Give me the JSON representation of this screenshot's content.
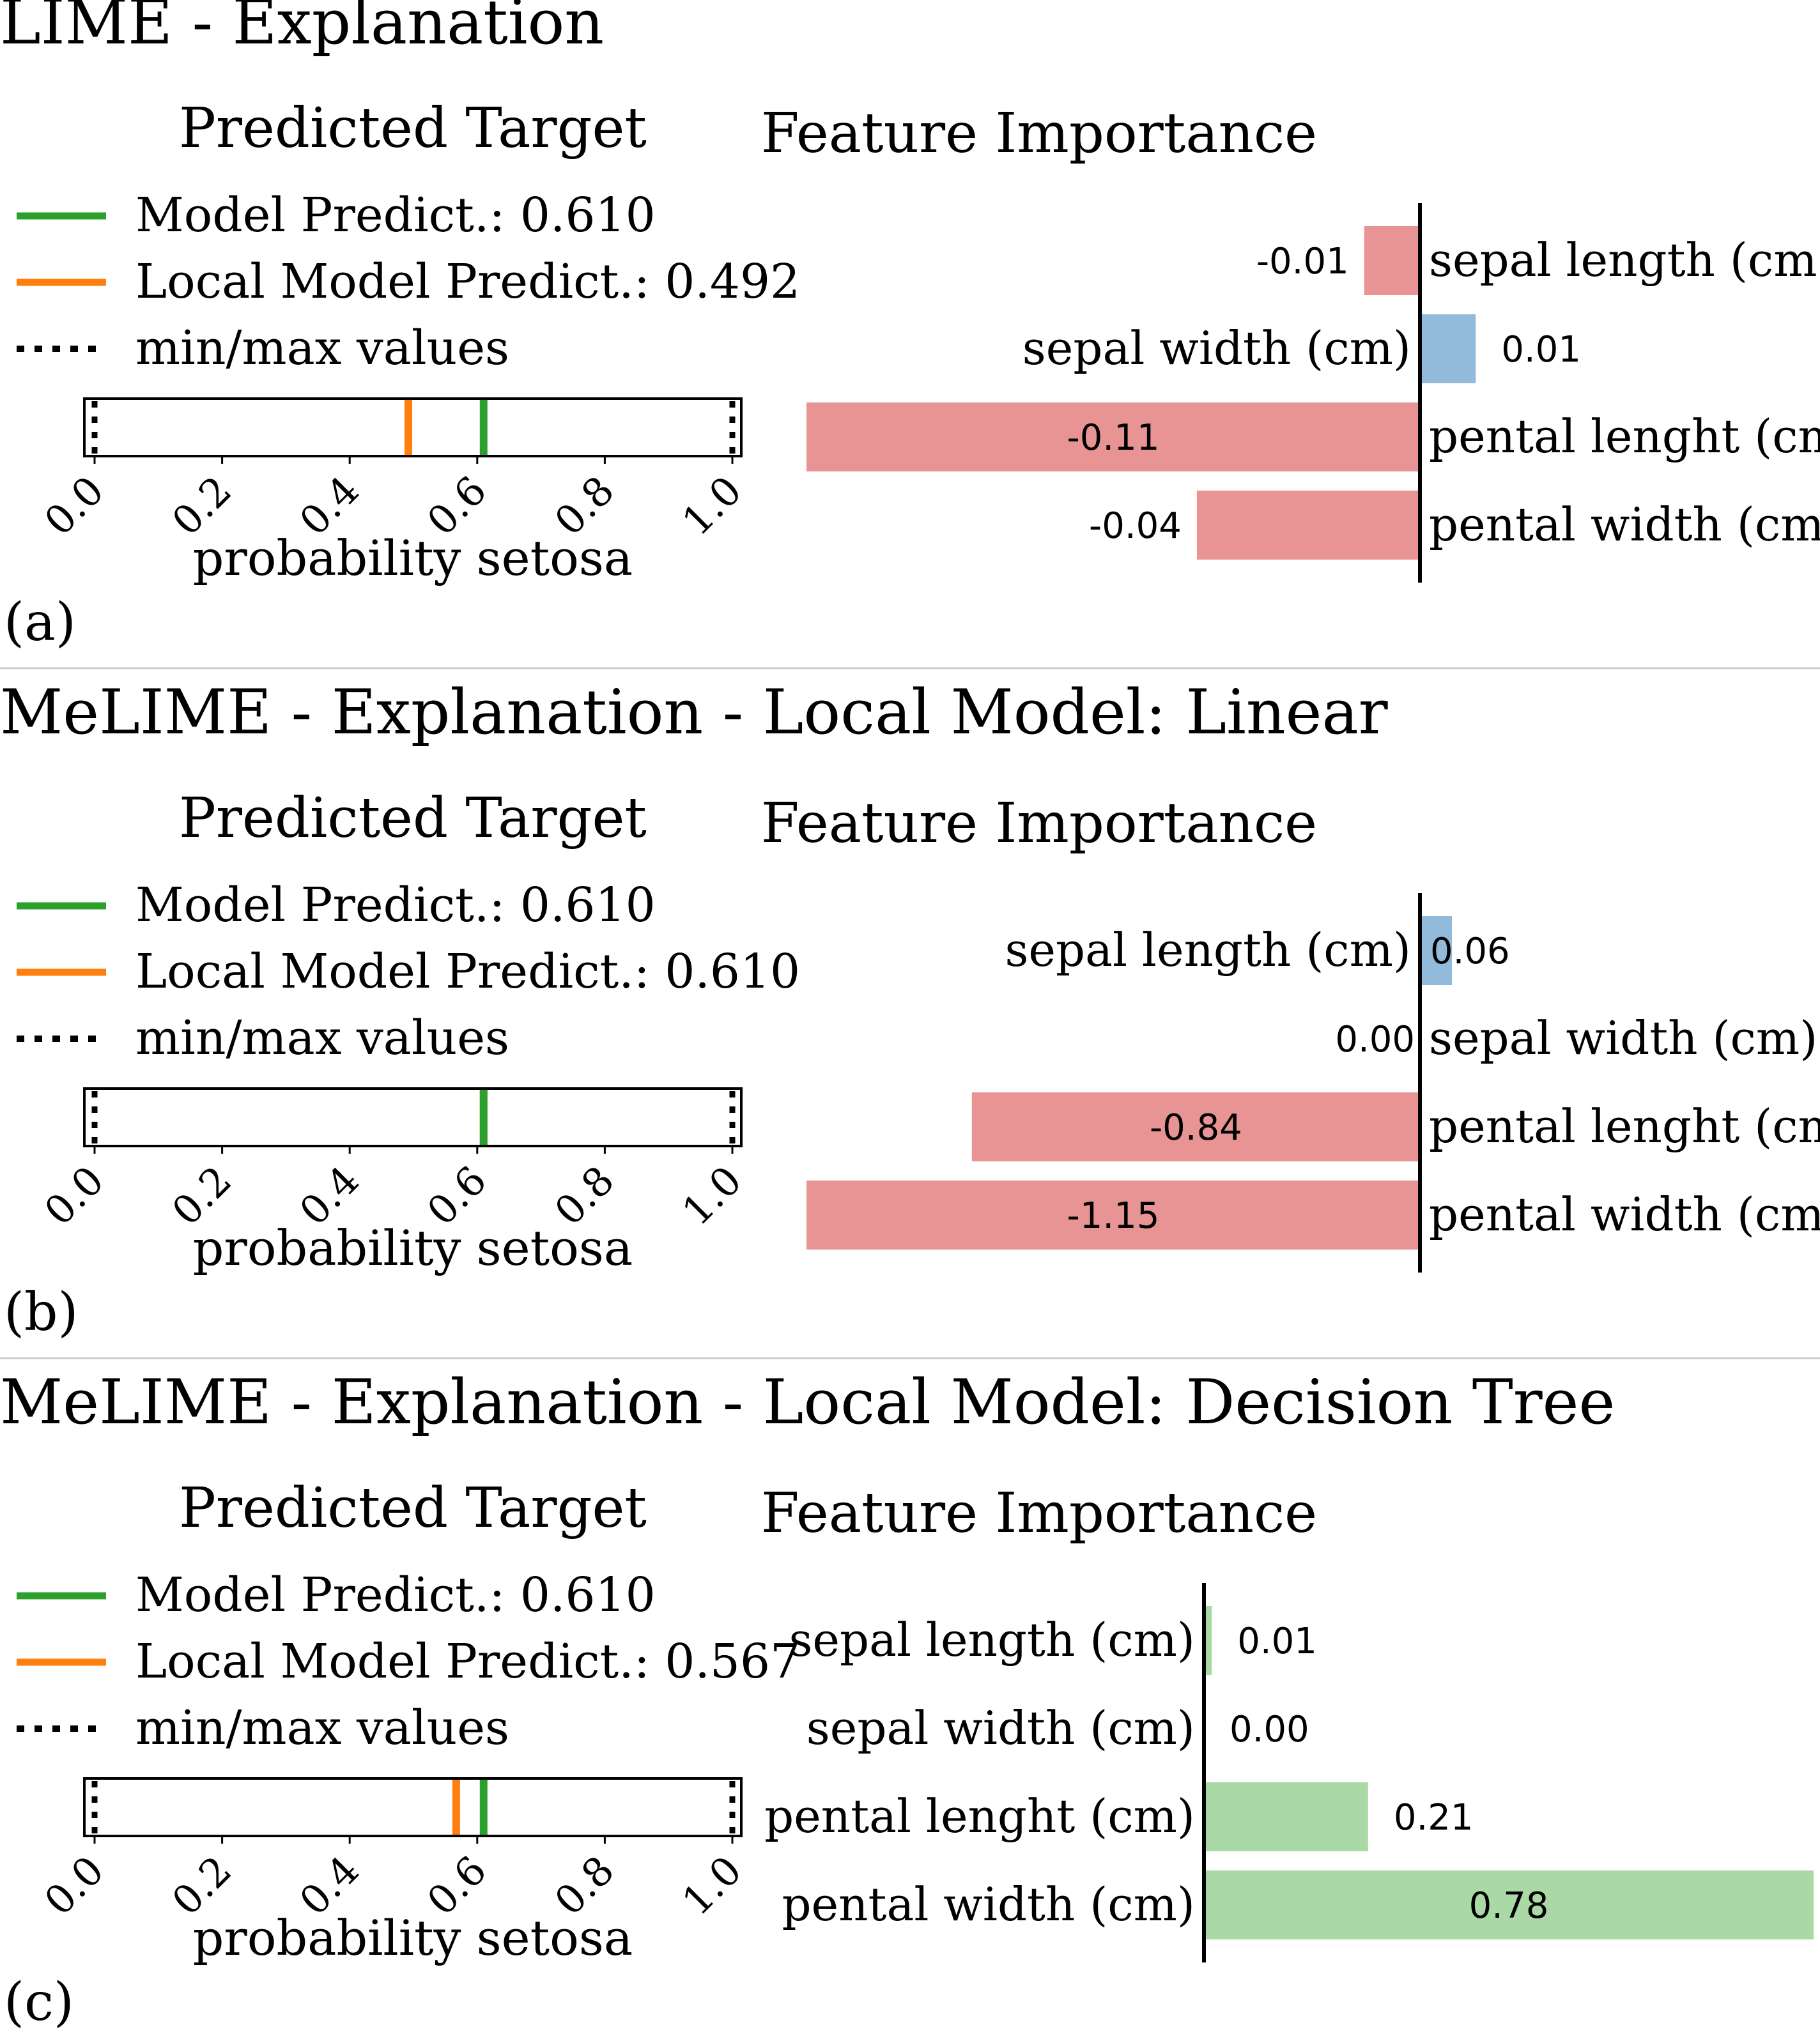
{
  "colors": {
    "model_line": "#2ca02c",
    "local_model_line": "#ff7f0e",
    "negative_bar": "#e89494",
    "positive_bar": "#92bbdb",
    "tree_bar": "#abd9a6",
    "separator": "#cccccc"
  },
  "chart_data": [
    {
      "title": "LIME - Explanation",
      "panel_label": "(a)",
      "predicted_target": {
        "type": "line",
        "title": "Predicted Target",
        "legend": [
          {
            "label": "Model Predict.: 0.610",
            "style": "model"
          },
          {
            "label": "Local Model Predict.: 0.492",
            "style": "local"
          },
          {
            "label": "min/max values",
            "style": "minmax"
          }
        ],
        "model_predict": 0.61,
        "local_model_predict": 0.492,
        "min": 0.0,
        "max": 1.0,
        "xlim": [
          0.0,
          1.0
        ],
        "xticks": [
          "0.0",
          "0.2",
          "0.4",
          "0.6",
          "0.8",
          "1.0"
        ],
        "xlabel": "probability setosa"
      },
      "feature_importance": {
        "type": "bar",
        "title": "Feature Importance",
        "color_mode": "sign",
        "xlim": [
          -0.11,
          0.11
        ],
        "features": [
          "sepal length (cm)",
          "sepal width (cm)",
          "pental lenght (cm)",
          "pental width (cm)"
        ],
        "values": [
          -0.01,
          0.01,
          -0.11,
          -0.04
        ],
        "value_labels": [
          "-0.01",
          "0.01",
          "-0.11",
          "-0.04"
        ]
      }
    },
    {
      "title": "MeLIME - Explanation - Local Model: Linear",
      "panel_label": "(b)",
      "predicted_target": {
        "type": "line",
        "title": "Predicted Target",
        "legend": [
          {
            "label": "Model Predict.: 0.610",
            "style": "model"
          },
          {
            "label": "Local Model Predict.: 0.610",
            "style": "local"
          },
          {
            "label": "min/max values",
            "style": "minmax"
          }
        ],
        "model_predict": 0.61,
        "local_model_predict": 0.61,
        "min": 0.0,
        "max": 1.0,
        "xlim": [
          0.0,
          1.0
        ],
        "xticks": [
          "0.0",
          "0.2",
          "0.4",
          "0.6",
          "0.8",
          "1.0"
        ],
        "xlabel": "probability setosa"
      },
      "feature_importance": {
        "type": "bar",
        "title": "Feature Importance",
        "color_mode": "sign",
        "xlim": [
          -1.15,
          1.15
        ],
        "features": [
          "sepal length (cm)",
          "sepal width (cm)",
          "pental lenght (cm)",
          "pental width (cm)"
        ],
        "values": [
          0.06,
          0.0,
          -0.84,
          -1.15
        ],
        "value_labels": [
          "0.06",
          "0.00",
          "-0.84",
          "-1.15"
        ]
      }
    },
    {
      "title": "MeLIME - Explanation - Local Model: Decision Tree",
      "panel_label": "(c)",
      "predicted_target": {
        "type": "line",
        "title": "Predicted Target",
        "legend": [
          {
            "label": "Model Predict.: 0.610",
            "style": "model"
          },
          {
            "label": "Local Model Predict.: 0.567",
            "style": "local"
          },
          {
            "label": "min/max values",
            "style": "minmax"
          }
        ],
        "model_predict": 0.61,
        "local_model_predict": 0.567,
        "min": 0.0,
        "max": 1.0,
        "xlim": [
          0.0,
          1.0
        ],
        "xticks": [
          "0.0",
          "0.2",
          "0.4",
          "0.6",
          "0.8",
          "1.0"
        ],
        "xlabel": "probability setosa"
      },
      "feature_importance": {
        "type": "bar",
        "title": "Feature Importance",
        "color_mode": "tree",
        "xlim": [
          0.0,
          0.78
        ],
        "features": [
          "sepal length (cm)",
          "sepal width (cm)",
          "pental lenght (cm)",
          "pental width (cm)"
        ],
        "values": [
          0.01,
          0.0,
          0.21,
          0.78
        ],
        "value_labels": [
          "0.01",
          "0.00",
          "0.21",
          "0.78"
        ]
      }
    }
  ]
}
